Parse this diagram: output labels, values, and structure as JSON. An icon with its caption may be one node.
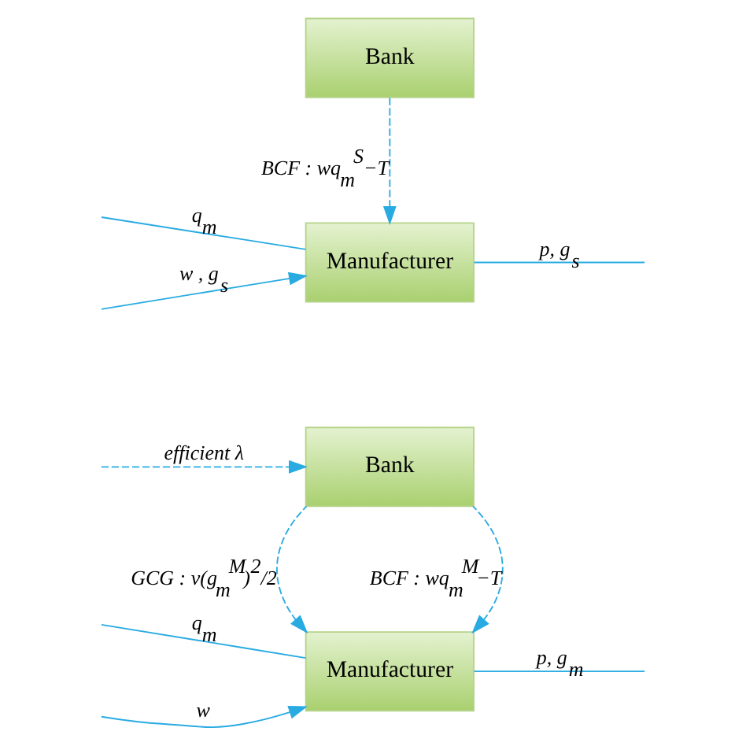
{
  "diagram": {
    "nodes": [
      {
        "text": [
          "Bank"
        ]
      },
      {
        "text": [
          "Manufacturer"
        ]
      },
      {
        "text": [
          "Bank"
        ]
      },
      {
        "text": [
          "Manufacturer"
        ]
      }
    ],
    "edges": [
      {
        "from": 0,
        "to": 1,
        "arrow": "to",
        "style": "dashed",
        "label": "BCF : wq$_{m}$$^{S}$−T"
      },
      {
        "from": null,
        "to": 1,
        "arrow": "none",
        "label": "q$_{m}$"
      },
      {
        "from": null,
        "to": 1,
        "arrow": "to",
        "label": "w , g$_{s}$"
      },
      {
        "from": 1,
        "to": null,
        "arrow": "none",
        "label": "p, g$_{s}$"
      },
      {
        "from": null,
        "to": 2,
        "arrow": "to",
        "style": "dashed",
        "label": "efficient λ"
      },
      {
        "from": 2,
        "to": 3,
        "arrow": "to",
        "style": "dashed",
        "label": "GCG : v(g$_{m}$$^{M}$)$^{2}$/2"
      },
      {
        "from": 2,
        "to": 3,
        "arrow": "to",
        "style": "dashed",
        "label": "BCF : wq$_{m}$$^{M}$−T"
      },
      {
        "from": null,
        "to": 3,
        "arrow": "none",
        "label": "q$_{m}$"
      },
      {
        "from": null,
        "to": 3,
        "arrow": "to",
        "label": "w"
      },
      {
        "from": 3,
        "to": null,
        "arrow": "none",
        "label": "p, g$_{m}$"
      }
    ]
  }
}
